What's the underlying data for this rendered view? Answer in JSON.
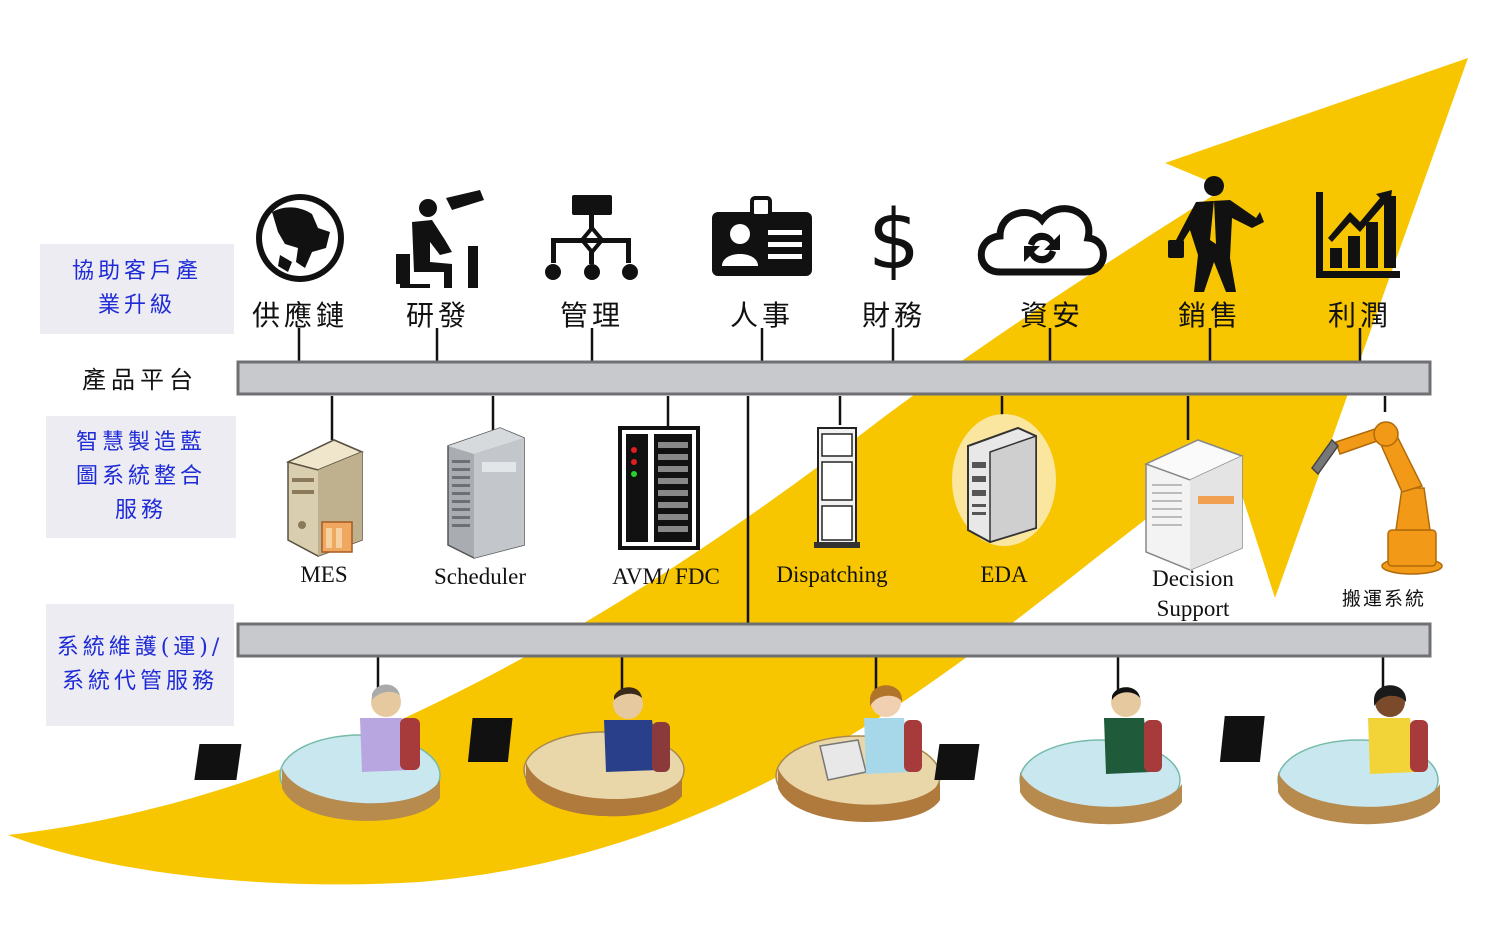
{
  "left_labels": {
    "upgrade": "協助客戶產業升級",
    "platform": "產品平台",
    "blueprint": "智慧製造藍圖系統整合服務",
    "maintenance": "系統維護(運)/系統代管服務"
  },
  "categories": [
    "供應鏈",
    "研發",
    "管理",
    "人事",
    "財務",
    "資安",
    "銷售",
    "利潤"
  ],
  "category_icons": [
    "globe-icon",
    "design-engineer-icon",
    "org-chart-icon",
    "id-badge-icon",
    "dollar-icon",
    "cloud-sync-icon",
    "businessman-icon",
    "growth-chart-icon"
  ],
  "systems": [
    "MES",
    "Scheduler",
    "AVM/ FDC",
    "Dispatching",
    "EDA",
    "Decision Support",
    "搬運系統"
  ],
  "system_icons": [
    "mes-server-icon",
    "scheduler-server-icon",
    "avm-rack-icon",
    "dispatching-cabinet-icon",
    "eda-server-icon",
    "decision-server-icon",
    "robot-arm-icon"
  ],
  "operators": [
    "operator-1",
    "operator-2",
    "operator-3",
    "operator-4",
    "operator-5"
  ],
  "colors": {
    "arrow": "#f7c600",
    "bar_fill": "#c8c9cc",
    "bar_stroke": "#6f7073",
    "label_text": "#1f2bd6",
    "label_bg": "#ececf2"
  }
}
